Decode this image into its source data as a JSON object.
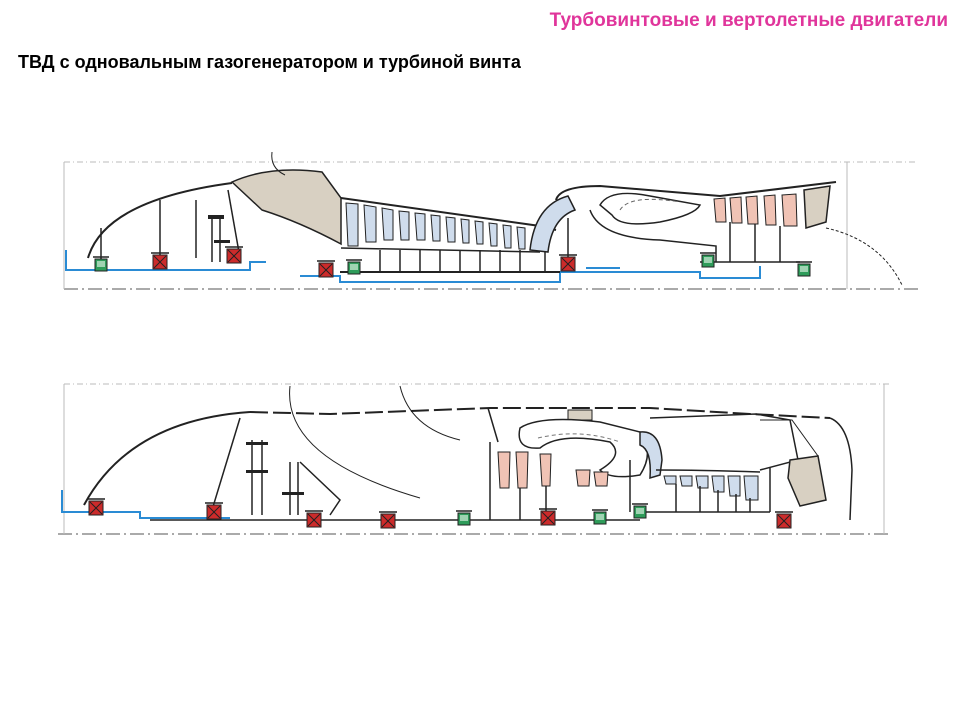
{
  "header": {
    "section_label": "Турбовинтовые и вертолетные двигатели",
    "title": "ТВД с одновальным  газогенератором и турбиной винта"
  },
  "colors": {
    "accent_magenta": "#e0359b",
    "oil_line": "#2a8bd4",
    "bearing_red": "#cc2b2b",
    "bearing_green": "#2e9c5a",
    "compressor_blade": "#cfdcec",
    "turbine_blade": "#f0c3b5",
    "casing_fill": "#d8d0c2"
  },
  "diagrams": [
    {
      "id": "single-shaft-gas-generator",
      "icon": "engine-schematic"
    },
    {
      "id": "free-turbine-engine",
      "icon": "engine-schematic"
    }
  ]
}
